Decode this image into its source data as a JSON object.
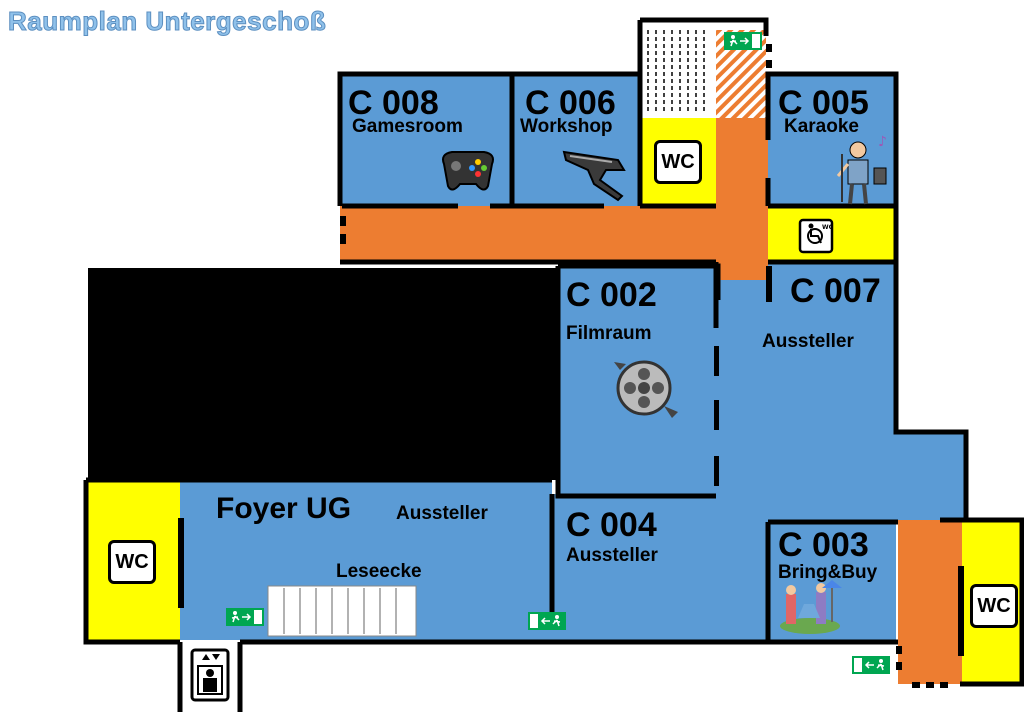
{
  "title": "Raumplan Untergeschoß",
  "colors": {
    "room": "#5b9bd5",
    "corridor": "#ed7d31",
    "toilet": "#ffff00",
    "wall": "#000000",
    "blocked": "#000000",
    "exit": "#00a651",
    "title": "#8fc1ea"
  },
  "rooms": {
    "c008": {
      "number": "C 008",
      "label": "Gamesroom",
      "icon": "gamepad-icon"
    },
    "c006": {
      "number": "C 006",
      "label": "Workshop",
      "icon": "laser-gun-icon"
    },
    "c005": {
      "number": "C 005",
      "label": "Karaoke",
      "icon": "karaoke-singer-icon"
    },
    "c002": {
      "number": "C 002",
      "label": "Filmraum",
      "icon": "film-reel-icon"
    },
    "c007": {
      "number": "C 007",
      "label": "Aussteller"
    },
    "c004": {
      "number": "C 004",
      "label": "Aussteller"
    },
    "c003": {
      "number": "C 003",
      "label": "Bring&Buy",
      "icon": "flea-market-icon"
    },
    "foyer": {
      "title": "Foyer UG",
      "label": "Aussteller",
      "sublabel": "Leseecke"
    }
  },
  "wc": {
    "label": "WC"
  },
  "icons": [
    "emergency-exit-icon",
    "accessible-wc-icon",
    "elevator-icon",
    "stairs-icon"
  ]
}
